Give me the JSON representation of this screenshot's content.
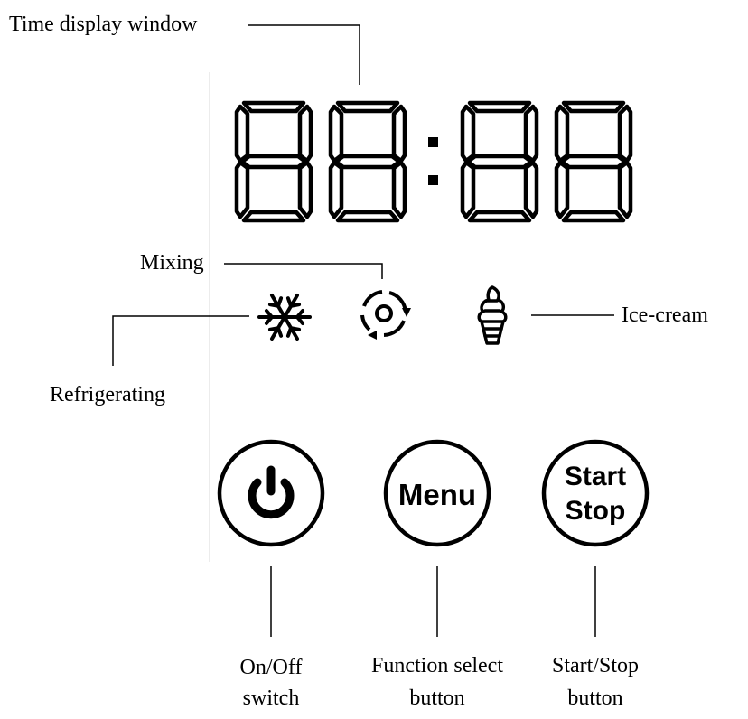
{
  "callouts": {
    "time_display": "Time display window",
    "mixing": "Mixing",
    "refrigerating": "Refrigerating",
    "ice_cream": "Ice-cream",
    "on_off_line1": "On/Off",
    "on_off_line2": "switch",
    "function_line1": "Function select",
    "function_line2": "button",
    "start_stop_line1": "Start/Stop",
    "start_stop_line2": "button"
  },
  "display": {
    "colon": ":",
    "digits": [
      "8",
      "8",
      "8",
      "8"
    ]
  },
  "indicators": [
    {
      "icon": "snowflake-icon",
      "meaning": "Refrigerating"
    },
    {
      "icon": "mixing-icon",
      "meaning": "Mixing"
    },
    {
      "icon": "ice-cream-icon",
      "meaning": "Ice-cream"
    }
  ],
  "buttons": {
    "power_icon": "power-icon",
    "menu_label": "Menu",
    "start_line1": "Start",
    "start_line2": "Stop"
  }
}
